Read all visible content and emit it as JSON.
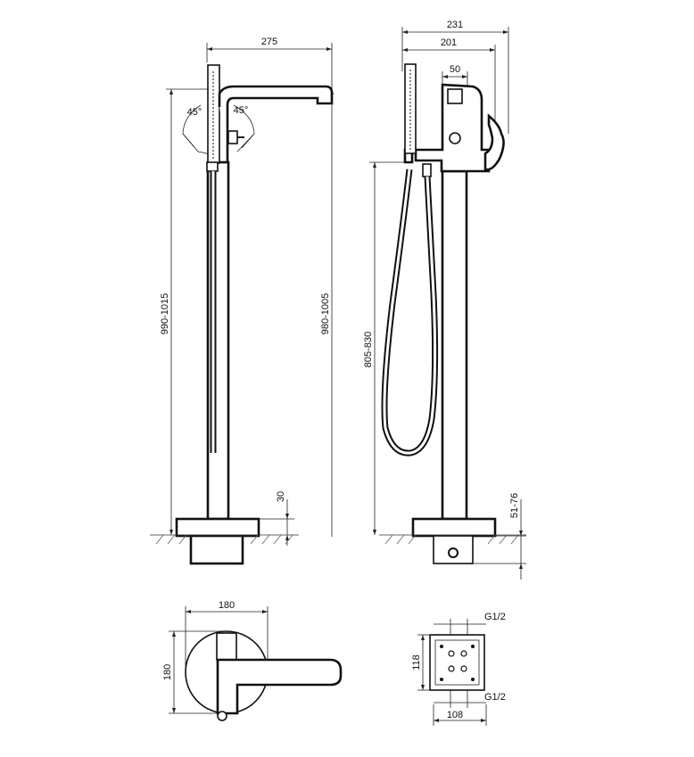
{
  "drawing": {
    "side_view": {
      "spout_reach": "275",
      "height_hand_shower": "990-1015",
      "height_spout": "980-1005",
      "base_height": "30",
      "angle_left": "45°",
      "angle_right": "45°"
    },
    "front_view": {
      "overall_width": "231",
      "body_width": "201",
      "lever_offset": "50",
      "holder_height": "805-830",
      "floor_depth": "51-76"
    },
    "top_view": {
      "width": "180",
      "depth": "180"
    },
    "base_plan": {
      "inlet_top": "G1/2",
      "inlet_bottom": "G1/2",
      "depth": "118",
      "width": "108"
    }
  }
}
